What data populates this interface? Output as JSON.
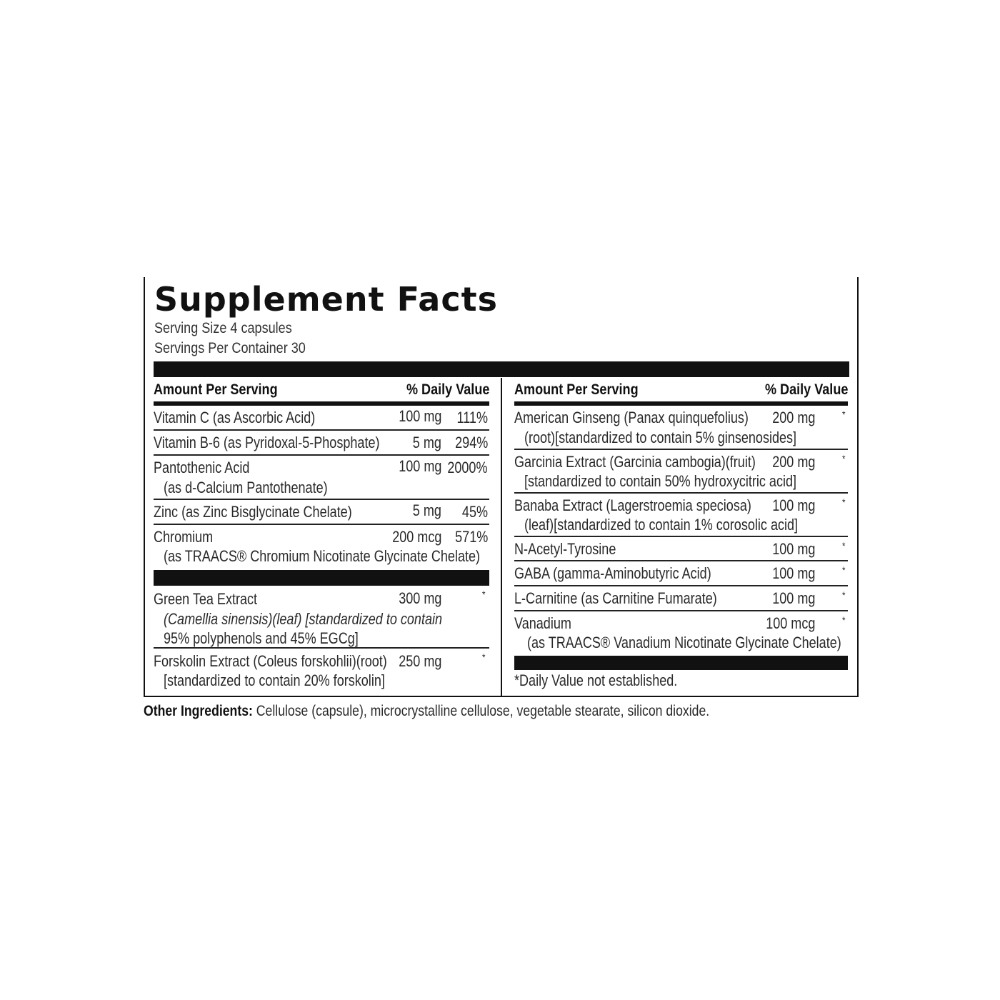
{
  "title": "Supplement Facts",
  "serving_size": "Serving Size 4 capsules",
  "servings_per_container": "Servings Per Container 30",
  "header": {
    "amount_label": "Amount Per Serving",
    "dv_label": "% Daily Value"
  },
  "left_rows": [
    {
      "name": "Vitamin C (as Ascorbic Acid)",
      "sub": "",
      "amount": "100 mg",
      "dv": "111%"
    },
    {
      "name": "Vitamin B-6 (as Pyridoxal-5-Phosphate)",
      "sub": "",
      "amount": "5 mg",
      "dv": "294%"
    },
    {
      "name": "Pantothenic Acid",
      "sub": "(as d-Calcium Pantothenate)",
      "amount": "100 mg",
      "dv": "2000%"
    },
    {
      "name": "Zinc (as Zinc Bisglycinate Chelate)",
      "sub": "",
      "amount": "5 mg",
      "dv": "45%"
    },
    {
      "name": "Chromium",
      "sub": "(as TRAACS® Chromium Nicotinate Glycinate Chelate)",
      "amount": "200 mcg",
      "dv": "571%"
    }
  ],
  "left_rows_2": [
    {
      "name": "Green Tea Extract",
      "sub": "(Camellia sinensis)(leaf) [standardized to contain",
      "sub2": "95% polyphenols and 45% EGCg]",
      "amount": "300 mg",
      "dv": "*"
    },
    {
      "name": "Forskolin Extract (Coleus forskohlii)(root)",
      "sub": "[standardized to contain 20% forskolin]",
      "amount": "250 mg",
      "dv": "*"
    }
  ],
  "right_rows": [
    {
      "name": "American Ginseng (Panax quinquefolius)",
      "sub": "(root)[standardized to contain 5% ginsenosides]",
      "amount": "200 mg",
      "dv": "*"
    },
    {
      "name": "Garcinia Extract (Garcinia cambogia)(fruit)",
      "sub": "[standardized to contain 50% hydroxycitric acid]",
      "amount": "200 mg",
      "dv": "*"
    },
    {
      "name": "Banaba Extract (Lagerstroemia speciosa)",
      "sub": "(leaf)[standardized to contain 1% corosolic acid]",
      "amount": "100 mg",
      "dv": "*"
    },
    {
      "name": "N-Acetyl-Tyrosine",
      "sub": "",
      "amount": "100 mg",
      "dv": "*"
    },
    {
      "name": "GABA (gamma-Aminobutyric Acid)",
      "sub": "",
      "amount": "100 mg",
      "dv": "*"
    },
    {
      "name": "L-Carnitine (as Carnitine Fumarate)",
      "sub": "",
      "amount": "100 mg",
      "dv": "*"
    },
    {
      "name": "Vanadium",
      "sub": "(as TRAACS® Vanadium Nicotinate Glycinate Chelate)",
      "amount": "100 mcg",
      "dv": "*"
    }
  ],
  "footnote": "*Daily Value not established.",
  "other_ingredients": {
    "label": "Other Ingredients:",
    "text": " Cellulose (capsule), microcrystalline cellulose, vegetable stearate, silicon dioxide."
  }
}
